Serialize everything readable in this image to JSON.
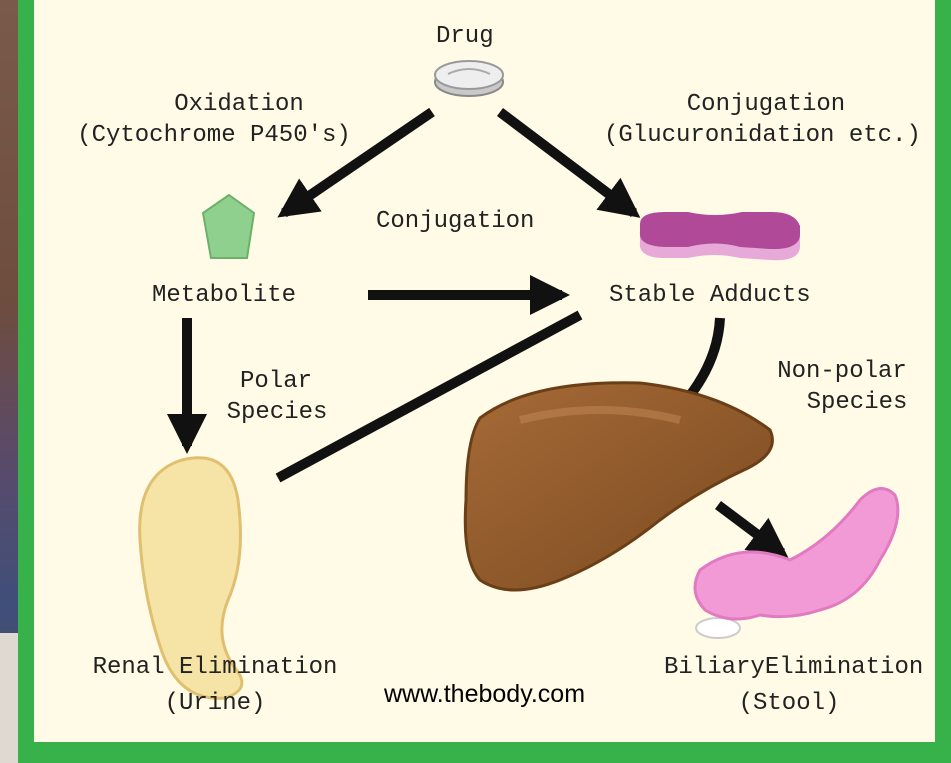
{
  "nodes": {
    "drug": "Drug",
    "metabolite": "Metabolite",
    "stable_adducts": "Stable Adducts"
  },
  "edges": {
    "oxidation_line1": "Oxidation",
    "oxidation_line2": "(Cytochrome P450's)",
    "conjugation_right_line1": "Conjugation",
    "conjugation_right_line2": "(Glucuronidation etc.)",
    "conjugation_middle": "Conjugation",
    "polar_line1": "Polar",
    "polar_line2": "Species",
    "nonpolar_line1": "Non-polar",
    "nonpolar_line2": "Species"
  },
  "outputs": {
    "renal_line1": "Renal Elimination",
    "renal_line2": "(Urine)",
    "biliary_line1": "BiliaryElimination",
    "biliary_line2": "(Stool)"
  },
  "credit": "www.thebody.com",
  "colors": {
    "frame": "#37b24a",
    "panel": "#fffbe6",
    "arrow": "#111111",
    "metabolite_shape": "#8fd08f",
    "adduct_shape": "#b04a98",
    "liver": "#8b5a2b",
    "kidney": "#f6e3a6",
    "intestine": "#f29ad6"
  }
}
